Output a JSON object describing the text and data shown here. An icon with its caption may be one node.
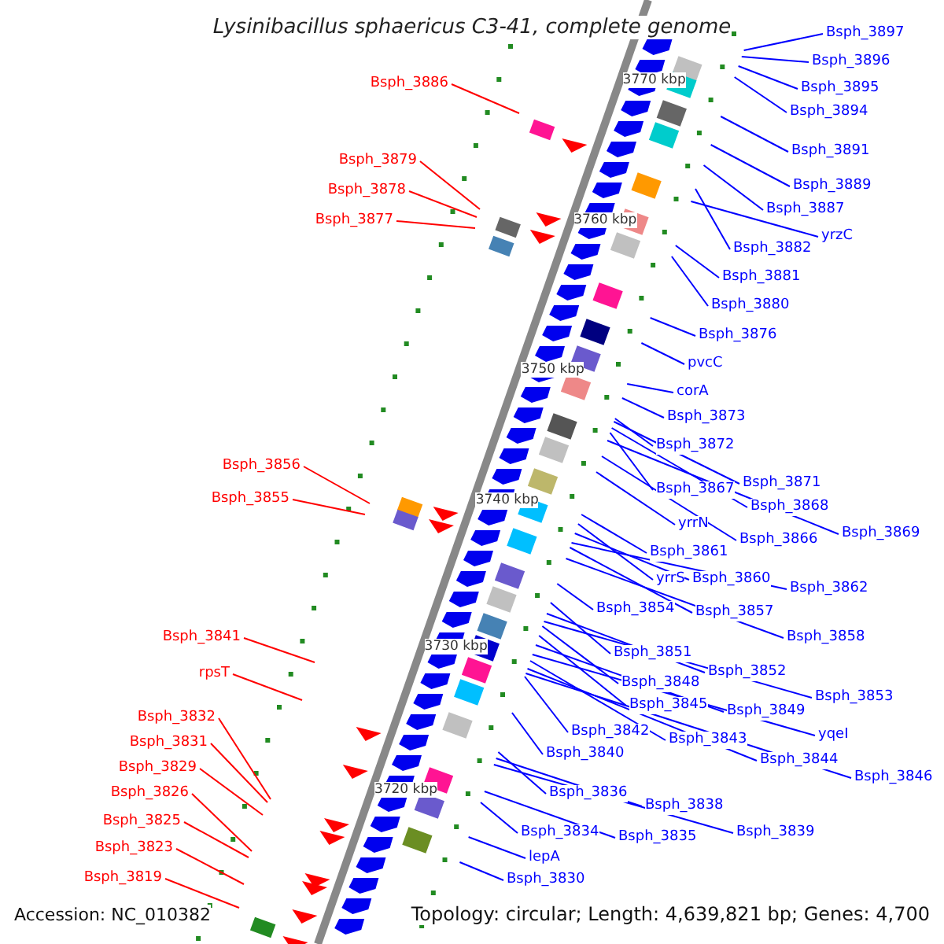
{
  "diagram": {
    "title": "Lysinibacillus sphaericus C3-41, complete genome",
    "nodes": [
      {
        "text": [
          "Bsph_3897"
        ]
      },
      {
        "text": [
          "Bsph_3896"
        ]
      },
      {
        "text": [
          "Bsph_3895"
        ]
      },
      {
        "text": [
          "Bsph_3894"
        ]
      },
      {
        "text": [
          "Bsph_3886"
        ]
      },
      {
        "text": [
          "Bsph_3891"
        ]
      },
      {
        "text": [
          "Bsph_3879"
        ]
      },
      {
        "text": [
          "Bsph_3889"
        ]
      },
      {
        "text": [
          "Bsph_3878"
        ]
      },
      {
        "text": [
          "Bsph_3887"
        ]
      },
      {
        "text": [
          "Bsph_3877"
        ]
      },
      {
        "text": [
          "Bsph_3882"
        ]
      },
      {
        "text": [
          "yrzC"
        ]
      },
      {
        "text": [
          "Bsph_3881"
        ]
      },
      {
        "text": [
          "Bsph_3880"
        ]
      },
      {
        "text": [
          "Bsph_3876"
        ]
      },
      {
        "text": [
          "pvcC"
        ]
      },
      {
        "text": [
          "corA"
        ]
      },
      {
        "text": [
          "Bsph_3873"
        ]
      },
      {
        "text": [
          "Bsph_3872"
        ]
      },
      {
        "text": [
          "Bsph_3856"
        ]
      },
      {
        "text": [
          "Bsph_3871"
        ]
      },
      {
        "text": [
          "Bsph_3867"
        ]
      },
      {
        "text": [
          "Bsph_3855"
        ]
      },
      {
        "text": [
          "Bsph_3868"
        ]
      },
      {
        "text": [
          "yrrN"
        ]
      },
      {
        "text": [
          "Bsph_3869"
        ]
      },
      {
        "text": [
          "Bsph_3866"
        ]
      },
      {
        "text": [
          "Bsph_3861"
        ]
      },
      {
        "text": [
          "yrrS"
        ]
      },
      {
        "text": [
          "Bsph_3860"
        ]
      },
      {
        "text": [
          "Bsph_3862"
        ]
      },
      {
        "text": [
          "Bsph_3854"
        ]
      },
      {
        "text": [
          "Bsph_3857"
        ]
      },
      {
        "text": [
          "Bsph_3841"
        ]
      },
      {
        "text": [
          "Bsph_3858"
        ]
      },
      {
        "text": [
          "Bsph_3851"
        ]
      },
      {
        "text": [
          "Bsph_3852"
        ]
      },
      {
        "text": [
          "rpsT"
        ]
      },
      {
        "text": [
          "Bsph_3848"
        ]
      },
      {
        "text": [
          "Bsph_3853"
        ]
      },
      {
        "text": [
          "Bsph_3845"
        ]
      },
      {
        "text": [
          "Bsph_3849"
        ]
      },
      {
        "text": [
          "Bsph_3832"
        ]
      },
      {
        "text": [
          "Bsph_3842"
        ]
      },
      {
        "text": [
          "yqeI"
        ]
      },
      {
        "text": [
          "Bsph_3843"
        ]
      },
      {
        "text": [
          "Bsph_3831"
        ]
      },
      {
        "text": [
          "Bsph_3840"
        ]
      },
      {
        "text": [
          "Bsph_3844"
        ]
      },
      {
        "text": [
          "Bsph_3829"
        ]
      },
      {
        "text": [
          "Bsph_3846"
        ]
      },
      {
        "text": [
          "Bsph_3826"
        ]
      },
      {
        "text": [
          "Bsph_3836"
        ]
      },
      {
        "text": [
          "Bsph_3838"
        ]
      },
      {
        "text": [
          "Bsph_3825"
        ]
      },
      {
        "text": [
          "Bsph_3839"
        ]
      },
      {
        "text": [
          "Bsph_3834"
        ]
      },
      {
        "text": [
          "Bsph_3835"
        ]
      },
      {
        "text": [
          "Bsph_3823"
        ]
      },
      {
        "text": [
          "lepA"
        ]
      },
      {
        "text": [
          "Bsph_3819"
        ]
      },
      {
        "text": [
          "Bsph_3830"
        ]
      }
    ],
    "edges": [
      {
        "from": 0,
        "to": null,
        "arrow": "none"
      },
      {
        "from": 1,
        "to": null,
        "arrow": "none"
      },
      {
        "from": 2,
        "to": null,
        "arrow": "none"
      },
      {
        "from": 3,
        "to": null,
        "arrow": "none"
      },
      {
        "from": 4,
        "to": null,
        "arrow": "none",
        "color": "#ff0000"
      },
      {
        "from": 5,
        "to": null,
        "arrow": "none"
      },
      {
        "from": 6,
        "to": null,
        "arrow": "none",
        "color": "#ff0000"
      },
      {
        "from": 7,
        "to": null,
        "arrow": "none"
      },
      {
        "from": 8,
        "to": null,
        "arrow": "none",
        "color": "#ff0000"
      },
      {
        "from": 9,
        "to": null,
        "arrow": "none"
      },
      {
        "from": 10,
        "to": null,
        "arrow": "none",
        "color": "#ff0000"
      },
      {
        "from": 11,
        "to": null,
        "arrow": "none"
      },
      {
        "from": 12,
        "to": null,
        "arrow": "none"
      },
      {
        "from": 13,
        "to": null,
        "arrow": "none"
      },
      {
        "from": 14,
        "to": null,
        "arrow": "none"
      },
      {
        "from": 15,
        "to": null,
        "arrow": "none"
      },
      {
        "from": 16,
        "to": null,
        "arrow": "none"
      },
      {
        "from": 17,
        "to": null,
        "arrow": "none"
      },
      {
        "from": 18,
        "to": null,
        "arrow": "none"
      },
      {
        "from": 19,
        "to": null,
        "arrow": "none"
      },
      {
        "from": 20,
        "to": null,
        "arrow": "none",
        "color": "#ff0000"
      },
      {
        "from": 21,
        "to": null,
        "arrow": "none"
      },
      {
        "from": 22,
        "to": null,
        "arrow": "none"
      },
      {
        "from": 23,
        "to": null,
        "arrow": "none",
        "color": "#ff0000"
      },
      {
        "from": 24,
        "to": null,
        "arrow": "none"
      },
      {
        "from": 25,
        "to": null,
        "arrow": "none"
      },
      {
        "from": 26,
        "to": null,
        "arrow": "none"
      },
      {
        "from": 27,
        "to": null,
        "arrow": "none"
      },
      {
        "from": 28,
        "to": null,
        "arrow": "none"
      },
      {
        "from": 29,
        "to": null,
        "arrow": "none"
      },
      {
        "from": 30,
        "to": null,
        "arrow": "none"
      },
      {
        "from": 31,
        "to": null,
        "arrow": "none"
      },
      {
        "from": 32,
        "to": null,
        "arrow": "none"
      },
      {
        "from": 33,
        "to": null,
        "arrow": "none"
      },
      {
        "from": 34,
        "to": null,
        "arrow": "none",
        "color": "#ff0000"
      },
      {
        "from": 35,
        "to": null,
        "arrow": "none"
      },
      {
        "from": 36,
        "to": null,
        "arrow": "none"
      },
      {
        "from": 37,
        "to": null,
        "arrow": "none"
      },
      {
        "from": 38,
        "to": null,
        "arrow": "none",
        "color": "#ff0000"
      },
      {
        "from": 39,
        "to": null,
        "arrow": "none"
      },
      {
        "from": 40,
        "to": null,
        "arrow": "none"
      },
      {
        "from": 41,
        "to": null,
        "arrow": "none"
      },
      {
        "from": 42,
        "to": null,
        "arrow": "none"
      },
      {
        "from": 43,
        "to": null,
        "arrow": "none",
        "color": "#ff0000"
      },
      {
        "from": 44,
        "to": null,
        "arrow": "none"
      },
      {
        "from": 45,
        "to": null,
        "arrow": "none"
      },
      {
        "from": 46,
        "to": null,
        "arrow": "none"
      },
      {
        "from": 47,
        "to": null,
        "arrow": "none",
        "color": "#ff0000"
      },
      {
        "from": 48,
        "to": null,
        "arrow": "none"
      },
      {
        "from": 49,
        "to": null,
        "arrow": "none"
      },
      {
        "from": 50,
        "to": null,
        "arrow": "none",
        "color": "#ff0000"
      },
      {
        "from": 51,
        "to": null,
        "arrow": "none"
      },
      {
        "from": 52,
        "to": null,
        "arrow": "none",
        "color": "#ff0000"
      },
      {
        "from": 53,
        "to": null,
        "arrow": "none"
      },
      {
        "from": 54,
        "to": null,
        "arrow": "none"
      },
      {
        "from": 55,
        "to": null,
        "arrow": "none",
        "color": "#ff0000"
      },
      {
        "from": 56,
        "to": null,
        "arrow": "none"
      },
      {
        "from": 57,
        "to": null,
        "arrow": "none"
      },
      {
        "from": 58,
        "to": null,
        "arrow": "none"
      },
      {
        "from": 59,
        "to": null,
        "arrow": "none",
        "color": "#ff0000"
      },
      {
        "from": 60,
        "to": null,
        "arrow": "none"
      },
      {
        "from": 61,
        "to": null,
        "arrow": "none",
        "color": "#ff0000"
      },
      {
        "from": 62,
        "to": null,
        "arrow": "none"
      }
    ],
    "labels": [
      "3770 kbp",
      "3760 kbp",
      "3750 kbp",
      "3740 kbp",
      "3730 kbp",
      "3720 kbp",
      "Accession: NC_010382",
      "Topology: circular; Length: 4,639,821 bp; Genes: 4,700"
    ]
  }
}
